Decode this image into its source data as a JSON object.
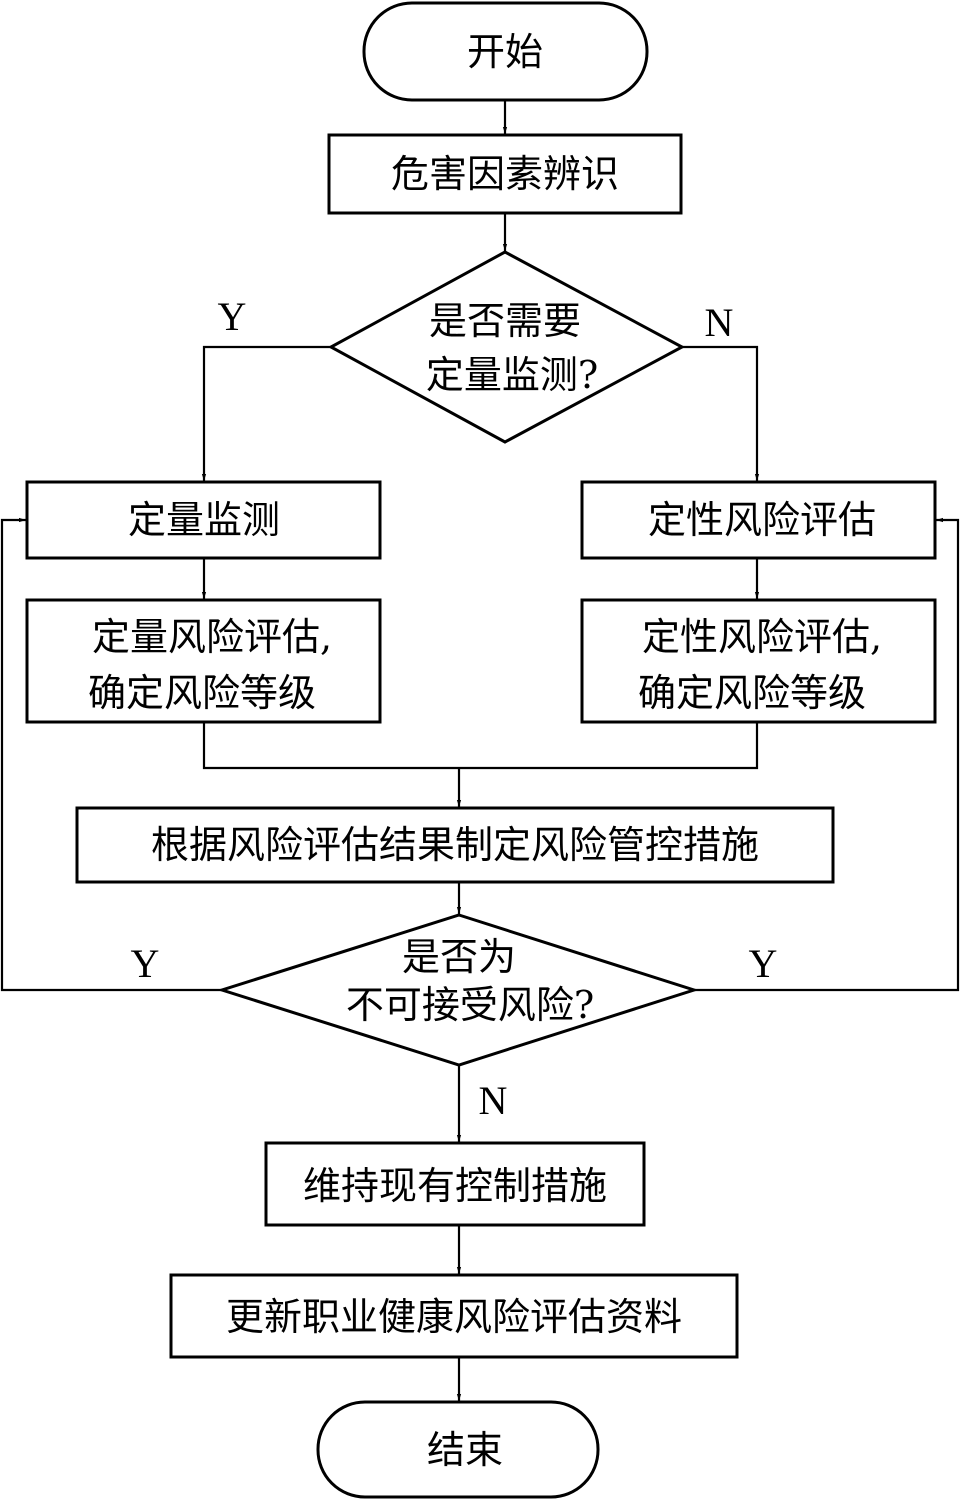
{
  "diagram": {
    "type": "flowchart",
    "colors": {
      "stroke": "#000000",
      "fill": "#ffffff",
      "text": "#000000"
    },
    "nodes": {
      "start": {
        "shape": "terminator",
        "lines": [
          "开始"
        ]
      },
      "identify": {
        "shape": "process",
        "lines": [
          "危害因素辨识"
        ]
      },
      "decision1": {
        "shape": "decision",
        "lines": [
          "是否需要",
          "定量监测?"
        ]
      },
      "quant_monitor": {
        "shape": "process",
        "lines": [
          "定量监测"
        ]
      },
      "qual_assess": {
        "shape": "process",
        "lines": [
          "定性风险评估"
        ]
      },
      "quant_level": {
        "shape": "process",
        "lines": [
          "定量风险评估,",
          "确定风险等级"
        ]
      },
      "qual_level": {
        "shape": "process",
        "lines": [
          "定性风险评估,",
          "确定风险等级"
        ]
      },
      "control": {
        "shape": "process",
        "lines": [
          "根据风险评估结果制定风险管控措施"
        ]
      },
      "decision2": {
        "shape": "decision",
        "lines": [
          "是否为",
          "不可接受风险?"
        ]
      },
      "maintain": {
        "shape": "process",
        "lines": [
          "维持现有控制措施"
        ]
      },
      "update": {
        "shape": "process",
        "lines": [
          "更新职业健康风险评估资料"
        ]
      },
      "end": {
        "shape": "terminator",
        "lines": [
          "结束"
        ]
      }
    },
    "edges": [
      {
        "from": "start",
        "to": "identify",
        "label": ""
      },
      {
        "from": "identify",
        "to": "decision1",
        "label": ""
      },
      {
        "from": "decision1",
        "to": "quant_monitor",
        "label": "Y"
      },
      {
        "from": "decision1",
        "to": "qual_assess",
        "label": "N"
      },
      {
        "from": "quant_monitor",
        "to": "quant_level",
        "label": ""
      },
      {
        "from": "qual_assess",
        "to": "qual_level",
        "label": ""
      },
      {
        "from": "quant_level",
        "to": "control",
        "label": ""
      },
      {
        "from": "qual_level",
        "to": "control",
        "label": ""
      },
      {
        "from": "control",
        "to": "decision2",
        "label": ""
      },
      {
        "from": "decision2",
        "to": "quant_monitor",
        "label": "Y"
      },
      {
        "from": "decision2",
        "to": "qual_assess",
        "label": "Y"
      },
      {
        "from": "decision2",
        "to": "maintain",
        "label": "N"
      },
      {
        "from": "maintain",
        "to": "update",
        "label": ""
      },
      {
        "from": "update",
        "to": "end",
        "label": ""
      }
    ],
    "labels": {
      "d1_yes": "Y",
      "d1_no": "N",
      "d2_yes_left": "Y",
      "d2_yes_right": "Y",
      "d2_no": "N"
    }
  }
}
